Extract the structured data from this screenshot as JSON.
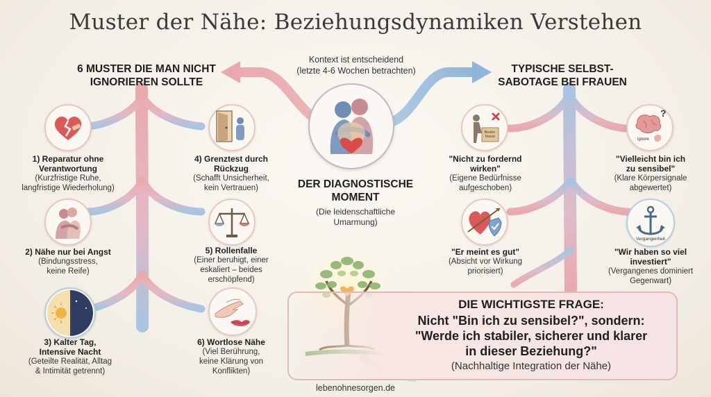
{
  "title": "Muster der Nähe: Beziehungsdynamiken Verstehen",
  "left_heading": [
    "6 MUSTER DIE MAN NICHT",
    "IGNORIEREN SOLLTE"
  ],
  "right_heading": [
    "TYPISCHE SELBST-",
    "SABOTAGE BEI FRAUEN"
  ],
  "context": [
    "Kontext ist entscheidend",
    "(letzte 4-6 Wochen betrachten)"
  ],
  "center": {
    "title": [
      "DER DIAGNOSTISCHE",
      "MOMENT"
    ],
    "subtitle": [
      "(Die leidenschaftliche",
      "Umarmung)"
    ]
  },
  "patterns": [
    {
      "label": [
        "1) Reparatur ohne",
        "Verantwortung"
      ],
      "desc": [
        "(Kurzfristige Ruhe,",
        "langfristige Wiederholung)"
      ],
      "icon": "broken-heart-icon"
    },
    {
      "label": [
        "2) Nähe nur bei Angst"
      ],
      "desc": [
        "(Bindungsstress,",
        "keine Reife)"
      ],
      "icon": "embrace-icon"
    },
    {
      "label": [
        "3) Kalter Tag,",
        "Intensive Nacht"
      ],
      "desc": [
        "(Geteilte Realität, Alltag",
        "& Intimität getrennt)"
      ],
      "icon": "sun-moon-icon"
    },
    {
      "label": [
        "4) Grenztest durch",
        "Rückzug"
      ],
      "desc": [
        "(Schafft Unsicherheit,",
        "kein Vertrauen)"
      ],
      "icon": "door-icon"
    },
    {
      "label": [
        "5) Rollenfalle"
      ],
      "desc": [
        "(Einer beruhigt, einer",
        "eskaliert – beides",
        "erschöpfend)"
      ],
      "icon": "scales-icon"
    },
    {
      "label": [
        "6) Wortlose Nähe"
      ],
      "desc": [
        "(Viel Berührung,",
        "keine Klärung von",
        "Konflikten)"
      ],
      "icon": "hands-lips-icon"
    }
  ],
  "sabotage": [
    {
      "label": [
        "\"Nicht zu fordernd",
        "wirken\""
      ],
      "desc": [
        "(Eigene Bedürfnisse",
        "aufgeschoben)"
      ],
      "icon": "box-icon",
      "icon_text": [
        "Bedür-",
        "fnisse"
      ]
    },
    {
      "label": [
        "\"Vielleicht bin ich",
        "zu sensibel\""
      ],
      "desc": [
        "(Klare Körpersignale",
        "abgewertet)"
      ],
      "icon": "brain-icon",
      "icon_text": [
        "ignore"
      ]
    },
    {
      "label": [
        "\"Er meint es gut\""
      ],
      "desc": [
        "(Absicht vor Wirkung",
        "priorisiert)"
      ],
      "icon": "heart-shield-icon",
      "icon_text": []
    },
    {
      "label": [
        "\"Wir haben so viel",
        "investiert\""
      ],
      "desc": [
        "(Vergangenes dominiert",
        "Gegenwart)"
      ],
      "icon": "anchor-icon",
      "icon_text": [
        "Vergangenheit"
      ]
    }
  ],
  "question": {
    "heading": "DIE WICHTIGSTE FRAGE:",
    "body": [
      "Nicht \"Bin ich zu sensibel?\", sondern:",
      "\"Werde ich stabiler, sicherer und klarer",
      "in dieser Beziehung?\""
    ],
    "sub": "(Nachhaltige Integration der Nähe)"
  },
  "footer": "lebenohnesorgen.de",
  "colors": {
    "pink": "#e9a8ae",
    "blue": "#9fbfdc",
    "text": "#1f1f1f",
    "tree": "#7fa86a"
  }
}
